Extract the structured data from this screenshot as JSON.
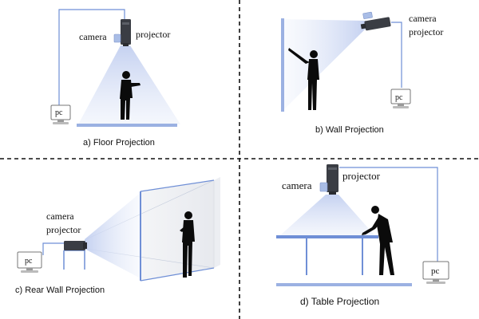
{
  "panels": {
    "floor": {
      "caption": "a) Floor Projection",
      "camera_label": "camera",
      "projector_label": "projector",
      "pc_label": "pc"
    },
    "wall": {
      "caption": "b) Wall Projection",
      "camera_label": "camera",
      "projector_label": "projector",
      "pc_label": "pc"
    },
    "rear": {
      "caption": "c) Rear Wall Projection",
      "camera_label": "camera",
      "projector_label": "projector",
      "pc_label": "pc"
    },
    "table": {
      "caption": "d) Table Projection",
      "camera_label": "camera",
      "projector_label": "projector",
      "pc_label": "pc"
    }
  },
  "colors": {
    "cable": "#6f8fd6",
    "surface": "#9bb1e2",
    "beam": "#c9d4ef",
    "device_dark": "#3a3d44",
    "camera": "#a9bde6",
    "silhouette": "#0b0b0b",
    "divider": "#111111"
  }
}
